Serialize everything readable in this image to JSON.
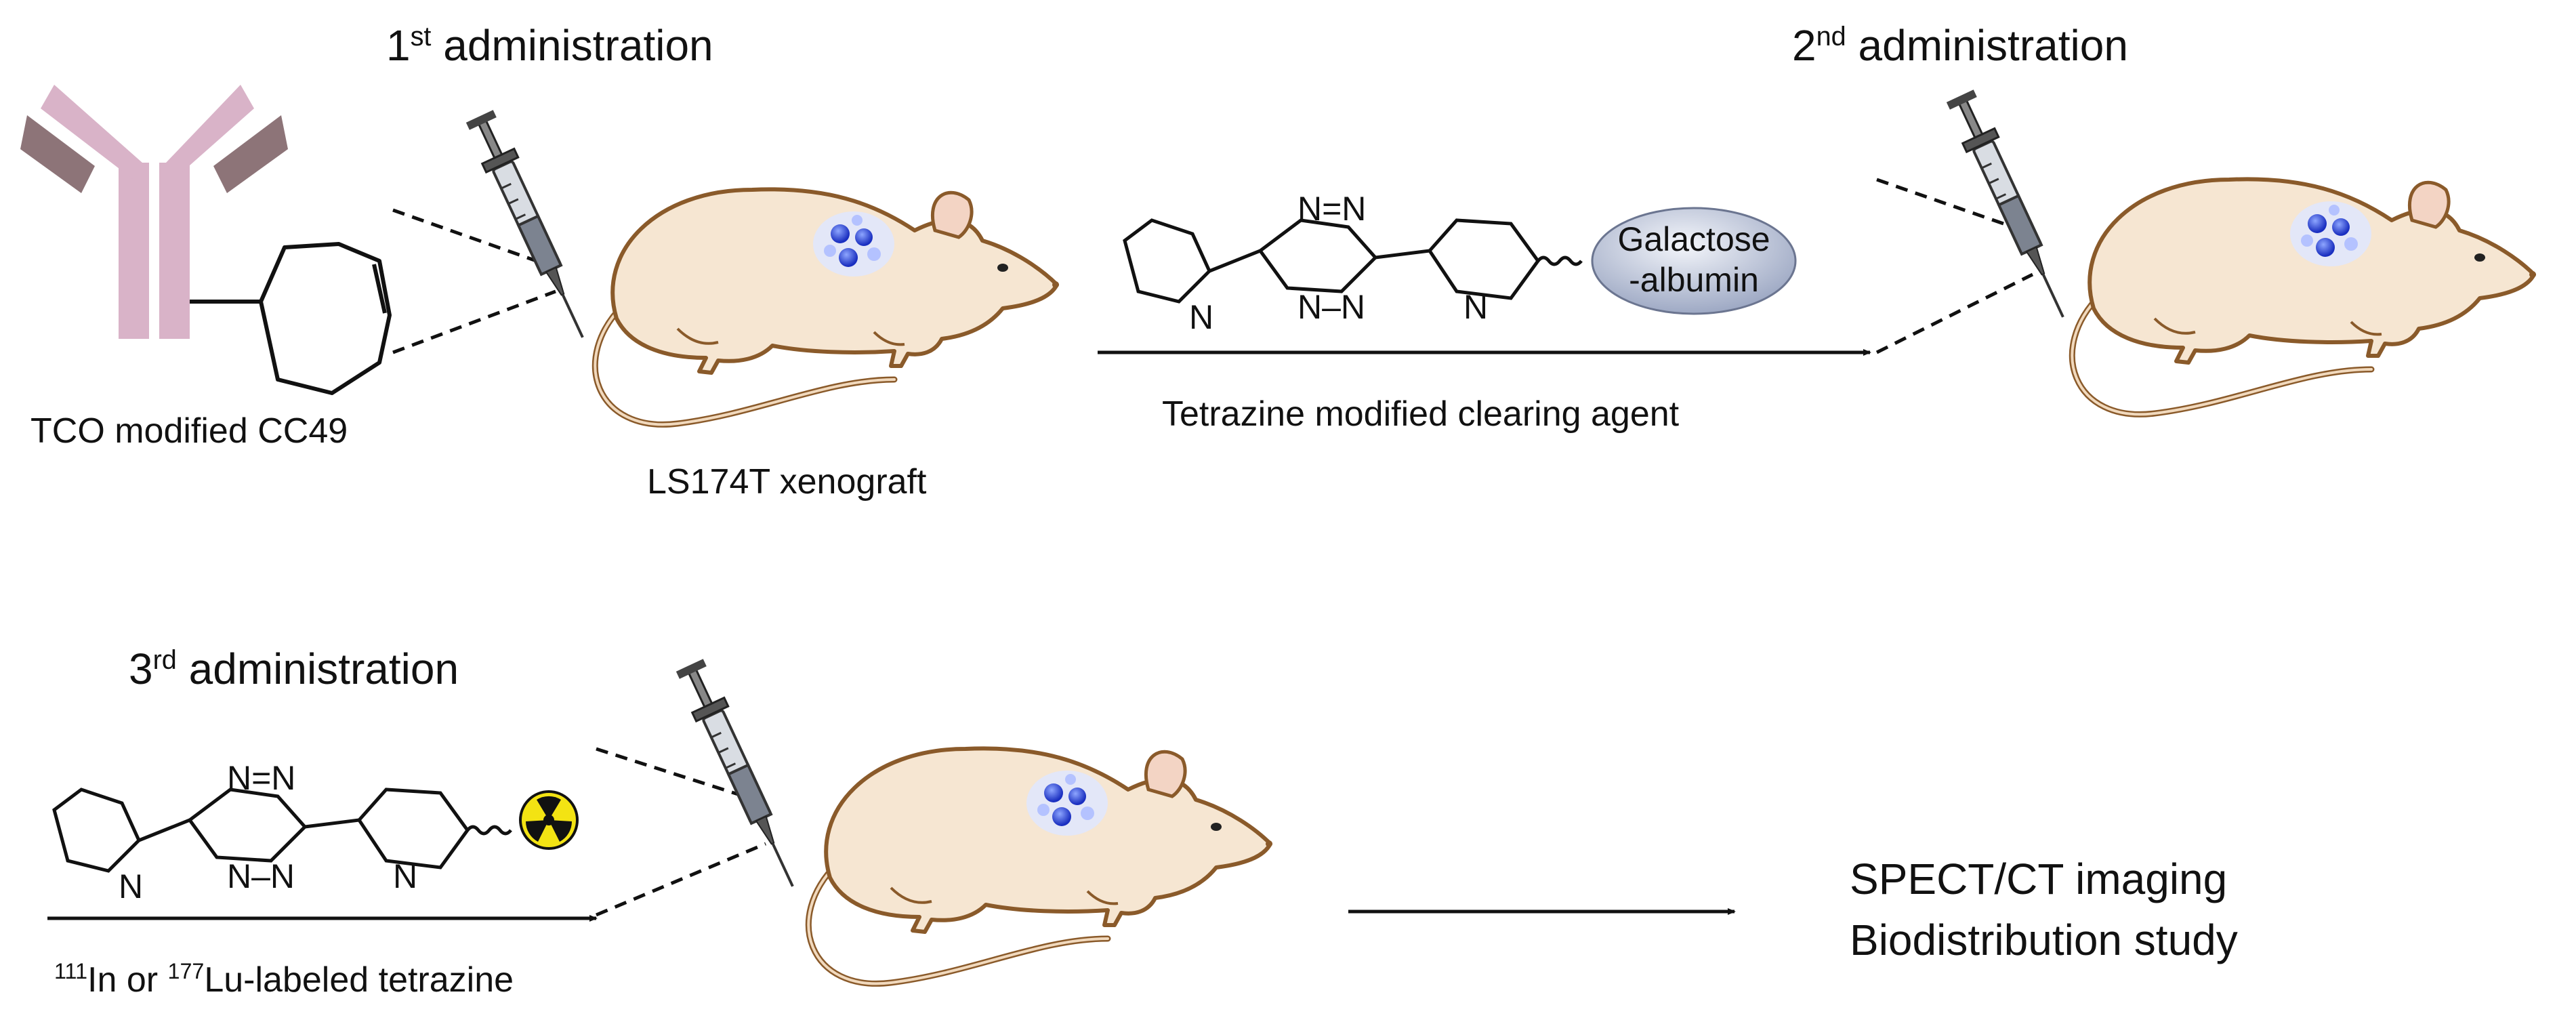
{
  "first_admin": {
    "num": "1",
    "sup": "st",
    "text": " administration"
  },
  "second_admin": {
    "num": "2",
    "sup": "nd",
    "text": " administration"
  },
  "third_admin": {
    "num": "3",
    "sup": "rd",
    "text": " administration"
  },
  "antibody_label": "TCO modified CC49",
  "xenograft_label": "LS174T xenograft",
  "clearing_agent_label": "Tetrazine modified clearing agent",
  "galactose_albumin": {
    "line1": "Galactose",
    "line2": "-albumin"
  },
  "tetrazine_atom_N": "N",
  "tetrazine_ring_top": "N=N",
  "tetrazine_ring_bottom": "N–N",
  "radiolabel": {
    "iso1_mass": "111",
    "iso1_symbol": "In",
    "connector": " or ",
    "iso2_mass": "177",
    "iso2_symbol": "Lu-labeled tetrazine"
  },
  "outcome": {
    "line1": "SPECT/CT imaging",
    "line2": "Biodistribution study"
  },
  "colors": {
    "antibody": "#d9b3c8",
    "antibody_dark": "#8d7478",
    "mouse_body": "#f6e6d2",
    "mouse_outline": "#8a5a2a",
    "tumor": "#2a3fd0",
    "albumin_oval": "#c9d2e6",
    "radiation": "#f3e313"
  }
}
